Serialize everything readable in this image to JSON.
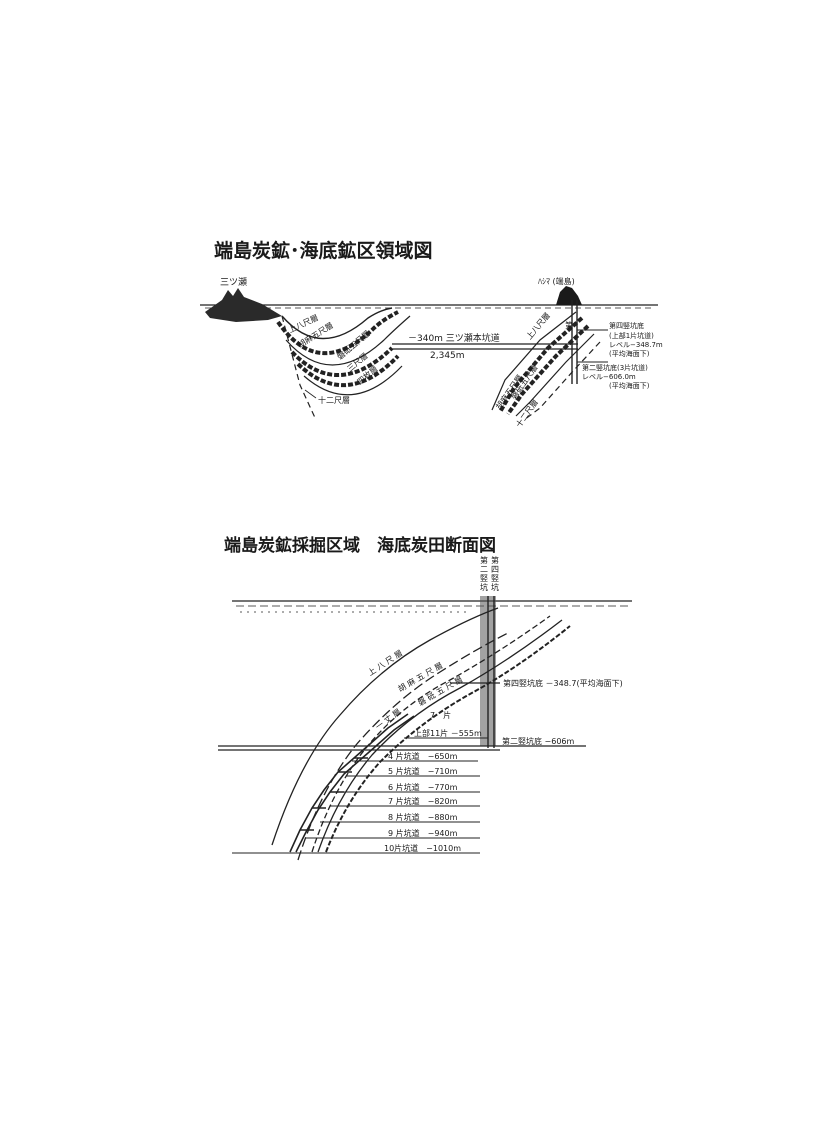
{
  "fig1": {
    "title": "端島炭鉱･海底鉱区領域図",
    "labels": {
      "mitsuse": "三ツ瀬",
      "hashima": "ﾊｼﾏ (端島)",
      "kamiyatsu": "上八尺層",
      "kogo": "胡麻五尺層",
      "bansho": "磐砥五尺層",
      "sanjaku": "三尺層",
      "shimai": "四枚層",
      "juni": "十二尺層",
      "tunnel": "－340m 三ツ瀬本坑道",
      "distance": "2,345m",
      "shaft4": "第四竪坑底",
      "shaft4_sub": "(上部1片坑道)",
      "shaft4_level": "レベル−348.7m",
      "shaft4_note": "(平均海面下)",
      "shaft2": "第二竪坑底(3片坑道)",
      "shaft2_level": "レベル−606.0m",
      "shaft2_note": "(平均海面下)",
      "r_kamiyatsu": "上八尺層",
      "r_kogo": "胡麻五尺層",
      "r_bansho": "磐砥五尺層",
      "r_juni": "十二尺層",
      "r_dai": "第"
    }
  },
  "fig2": {
    "title": "端島炭鉱採掘区域　海底炭田断面図",
    "shaft2_col": [
      "第",
      "二",
      "竪",
      "坑"
    ],
    "shaft4_col": [
      "第",
      "四",
      "竪",
      "坑"
    ],
    "seam_labels": {
      "kamiyatsu": "上 八 尺 層",
      "kogo": "胡 麻 五 尺 層",
      "bansho": "磐 砥 五 尺 層",
      "jodai": "一 丈 層"
    },
    "shaft4_bottom": "第四竪坑底 －348.7(平均海面下)",
    "shaft2_bottom": "第二竪坑底 −606m",
    "seven": "7　片",
    "upper11": "上部11片 －555m",
    "levels": [
      "4 片坑道　−650m",
      "5 片坑道　−710m",
      "6 片坑道　−770m",
      "7 片坑道　−820m",
      "8 片坑道　−880m",
      "9 片坑道　−940m",
      "10片坑道　−1010m"
    ]
  }
}
